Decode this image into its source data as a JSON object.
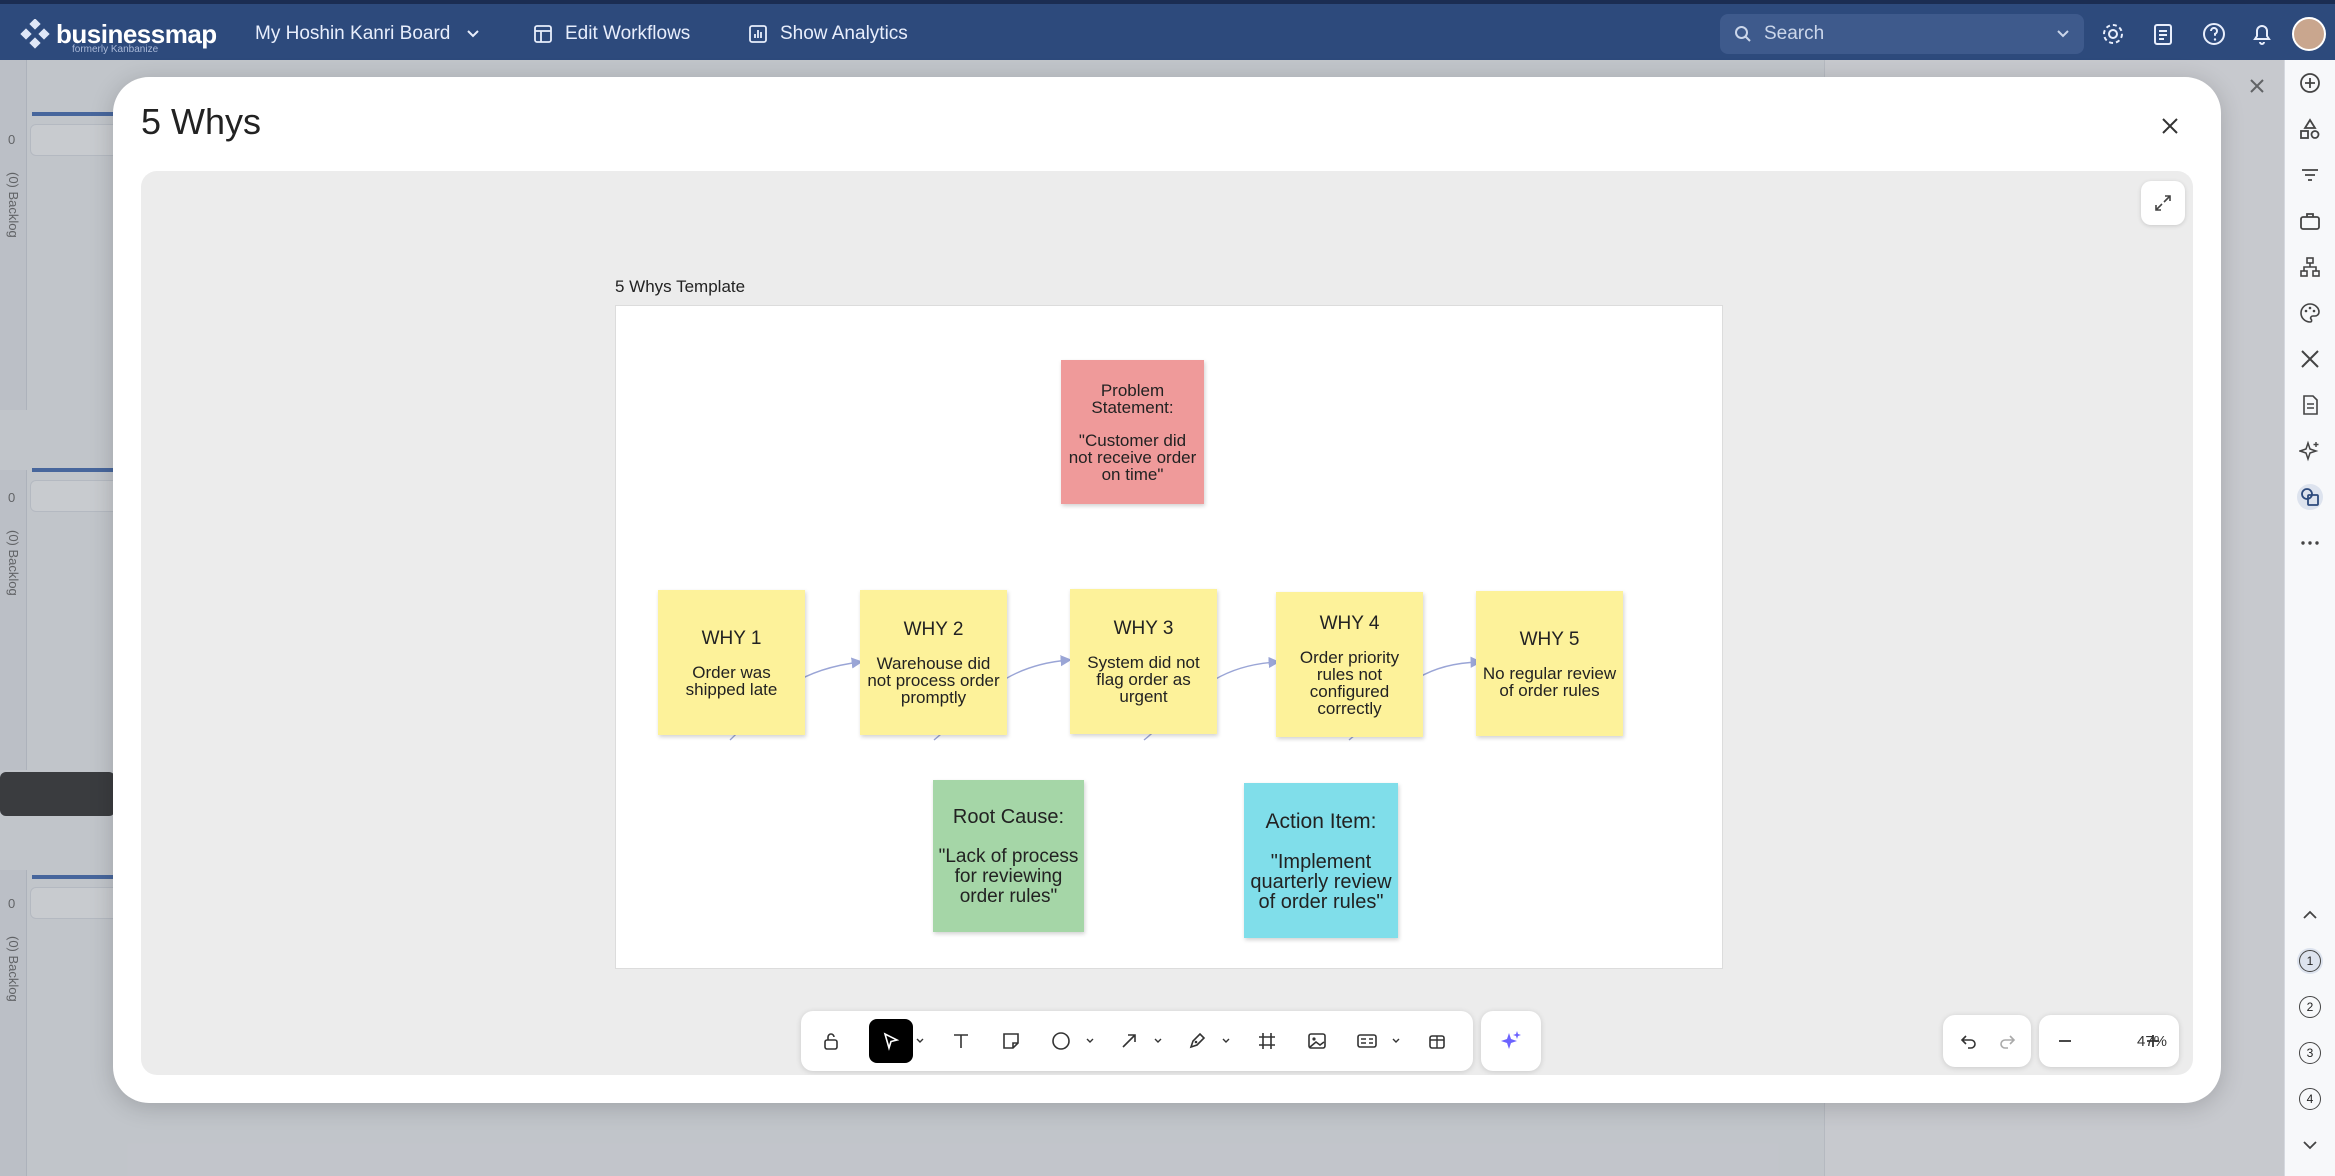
{
  "topbar": {
    "logo": "businessmap",
    "logo_sub": "formerly Kanbanize",
    "board_name": "My Hoshin Kanri Board",
    "edit_workflows": "Edit Workflows",
    "show_analytics": "Show Analytics",
    "search_placeholder": "Search"
  },
  "background": {
    "column_count": "0",
    "column_label": "(0) Backlog"
  },
  "modal": {
    "title": "5 Whys",
    "frame_label": "5 Whys Template",
    "problem": {
      "heading": "Problem Statement:",
      "body": "\"Customer did not receive order on time\""
    },
    "whys": [
      {
        "heading": "WHY 1",
        "body": "Order was shipped late"
      },
      {
        "heading": "WHY 2",
        "body": "Warehouse did not process order promptly"
      },
      {
        "heading": "WHY 3",
        "body": "System did not flag order as urgent"
      },
      {
        "heading": "WHY 4",
        "body": "Order priority rules not configured correctly"
      },
      {
        "heading": "WHY 5",
        "body": "No regular review of order rules"
      }
    ],
    "root_cause": {
      "heading": "Root Cause:",
      "body": "\"Lack of process for reviewing order rules\""
    },
    "action_item": {
      "heading": "Action Item:",
      "body": "\"Implement quarterly review of order rules\""
    },
    "zoom": "47%"
  },
  "sidebar": {
    "numbers": [
      "1",
      "2",
      "3",
      "4"
    ]
  },
  "colors": {
    "topbar": "#2d4a7c",
    "sticky_yellow": "#fdf29a",
    "sticky_red": "#ef9a9a",
    "sticky_green": "#a5d6a7",
    "sticky_cyan": "#80deea",
    "ai_accent": "#6c63ff"
  }
}
